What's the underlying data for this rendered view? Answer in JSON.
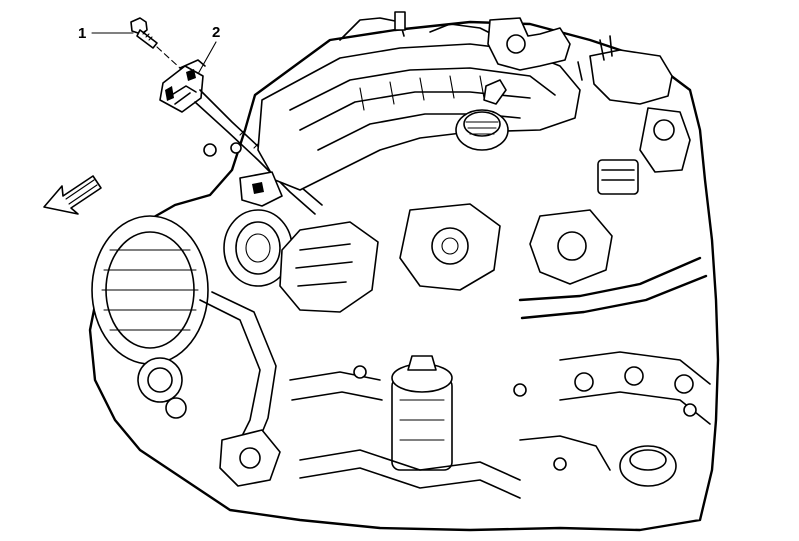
{
  "callouts": [
    {
      "id": "1",
      "label": "1"
    },
    {
      "id": "2",
      "label": "2"
    }
  ],
  "arrow": {
    "icon": "direction-arrow-icon"
  },
  "colors": {
    "line": "#000000",
    "background": "#ffffff"
  }
}
